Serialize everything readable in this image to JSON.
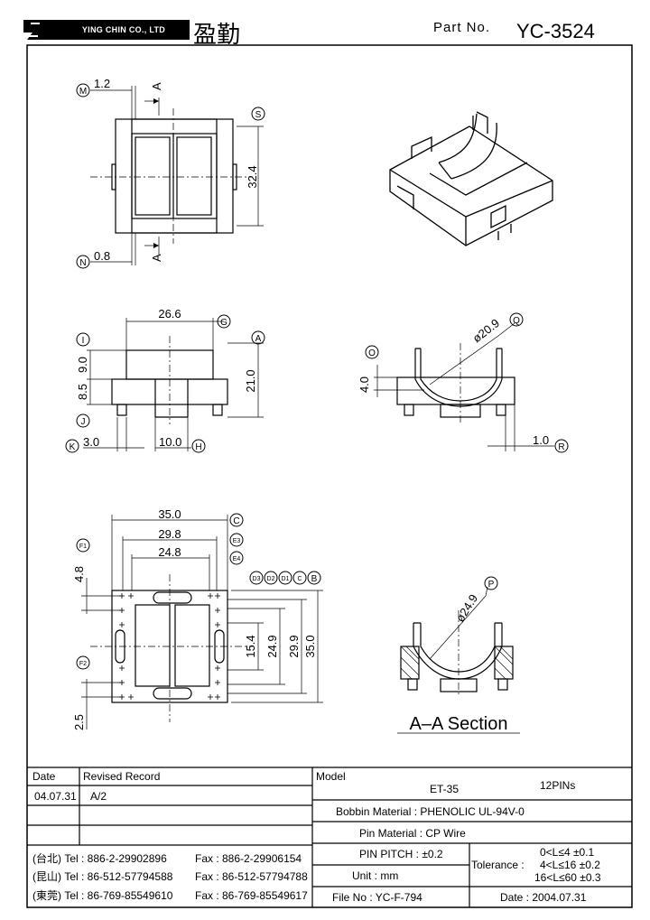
{
  "header": {
    "company_logo_text": "YING CHIN CO., LTD",
    "company_cjk": "盈勤",
    "part_no_label": "Part No.",
    "part_no_value": "YC-3524"
  },
  "drawing": {
    "dims": {
      "d_m": "1.2",
      "d_n": "0.8",
      "d_324": "32.4",
      "d_266": "26.6",
      "d_90": "9.0",
      "d_85": "8.5",
      "d_210": "21.0",
      "d_30": "3.0",
      "d_100": "10.0",
      "d_209": "ø20.9",
      "d_40": "4.0",
      "d_10": "1.0",
      "d_350": "35.0",
      "d_298": "29.8",
      "d_248": "24.8",
      "d_48": "4.8",
      "d_25": "2.5",
      "d_154": "15.4",
      "d_249": "24.9",
      "d_299": "29.9",
      "d_350v": "35.0",
      "d_249p": "ø24.9"
    },
    "labels": {
      "M": "M",
      "N": "N",
      "S": "S",
      "G": "G",
      "A": "A",
      "I": "I",
      "J": "J",
      "K": "K",
      "H": "H",
      "O": "O",
      "Q": "Q",
      "R": "R",
      "C": "C",
      "E3": "E3",
      "E4": "E4",
      "F1": "F1",
      "F2": "F2",
      "D3": "D3",
      "D2": "D2",
      "D1": "D1",
      "B": "B",
      "P": "P",
      "section_A": "A"
    },
    "section_title": "A–A Section"
  },
  "title_block": {
    "date_header": "Date",
    "revised_header": "Revised Record",
    "rev_date": "04.07.31",
    "rev_record": "A/2",
    "tel_taipei": "(台北) Tel : 886-2-29902896",
    "fax_taipei": "Fax : 886-2-29906154",
    "tel_kunshan": "(昆山) Tel : 86-512-57794588",
    "fax_kunshan": "Fax : 86-512-57794788",
    "tel_dongguan": "(東莞) Tel : 86-769-85549610",
    "fax_dongguan": "Fax : 86-769-85549617",
    "model_label": "Model",
    "model_value": "ET-35",
    "pins": "12PINs",
    "bobbin_material": "Bobbin  Material : PHENOLIC UL-94V-0",
    "pin_material": "Pin  Material : CP Wire",
    "pin_pitch": "PIN  PITCH : ±0.2",
    "unit": "Unit : mm",
    "tolerance_label": "Tolerance :",
    "tol_1": "0<L≤4   ±0.1",
    "tol_2": "4<L≤16 ±0.2",
    "tol_3": "16<L≤60 ±0.3",
    "file_no": "File  No : YC-F-794",
    "date": "Date : 2004.07.31"
  }
}
